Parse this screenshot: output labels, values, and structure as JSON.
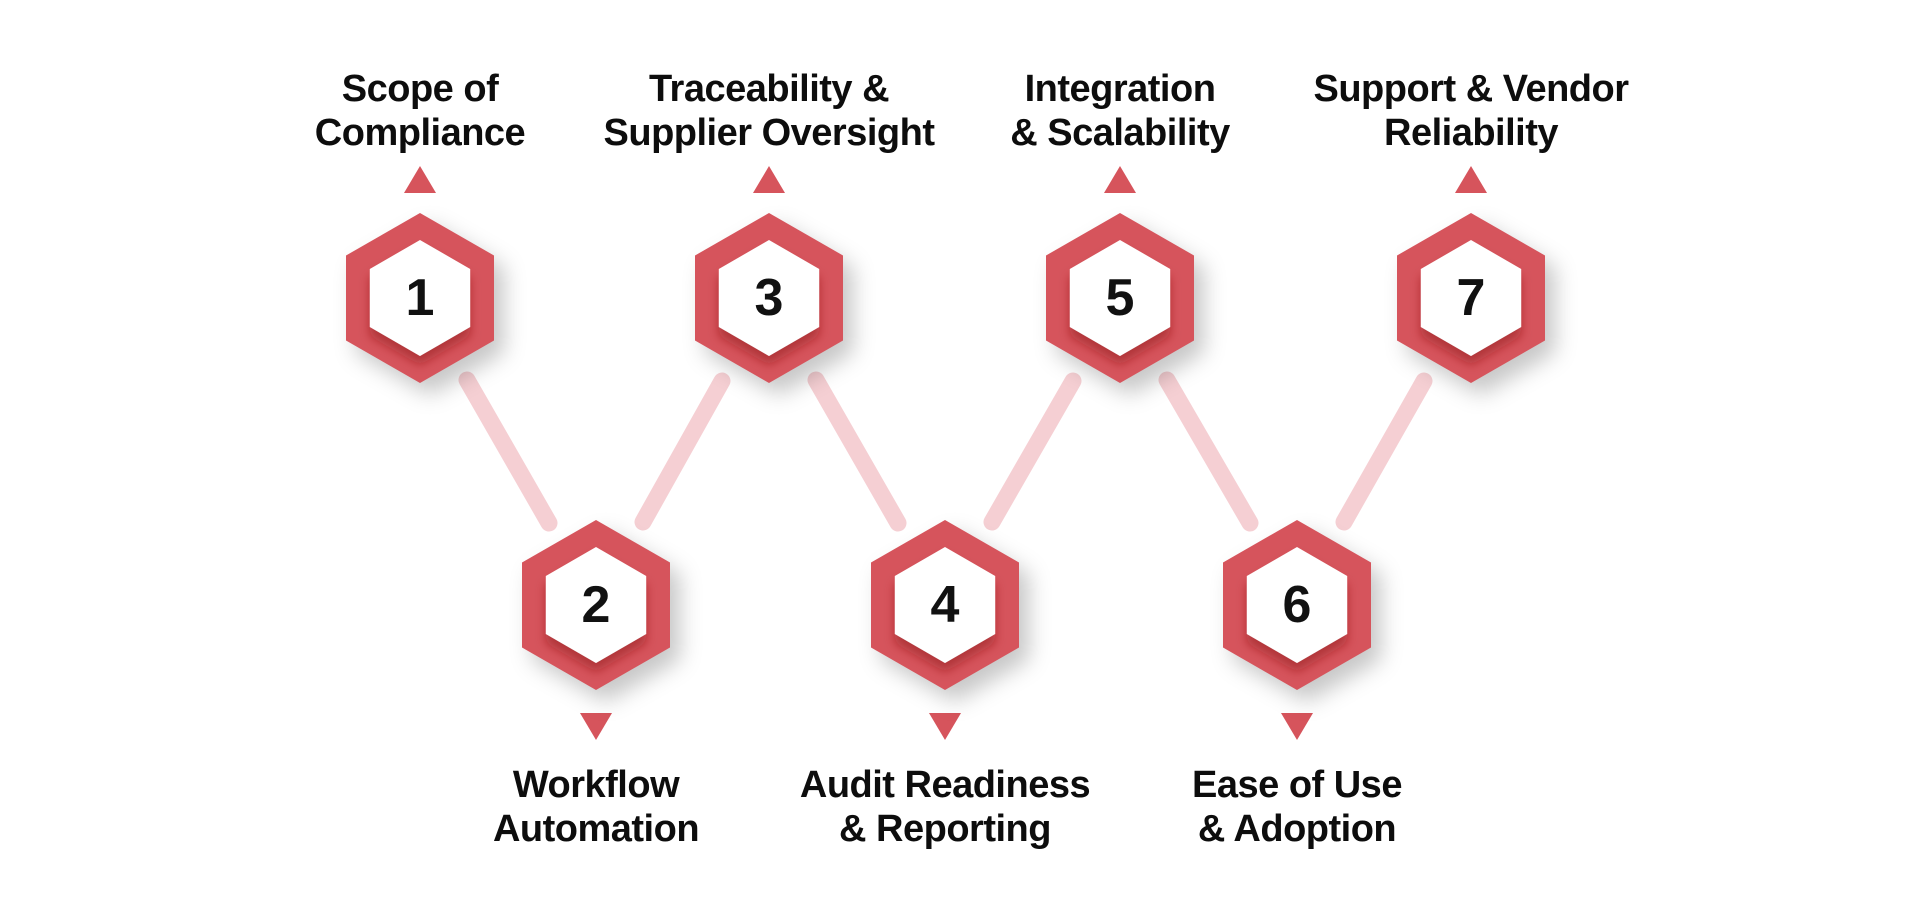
{
  "diagram": {
    "type": "zigzag-hexagon-process",
    "background": "#ffffff",
    "colors": {
      "hexagon_red": "#d6545c",
      "connector_pink": "#f5cfd3",
      "inner_hexagon": "#ffffff",
      "number_text": "#111111",
      "label_text": "#0d0d0d"
    },
    "steps": [
      {
        "number": "1",
        "label": "Scope of\nCompliance",
        "row": "top",
        "arrow": "up"
      },
      {
        "number": "2",
        "label": "Workflow\nAutomation",
        "row": "bottom",
        "arrow": "down"
      },
      {
        "number": "3",
        "label": "Traceability &\nSupplier Oversight",
        "row": "top",
        "arrow": "up"
      },
      {
        "number": "4",
        "label": "Audit Readiness\n& Reporting",
        "row": "bottom",
        "arrow": "down"
      },
      {
        "number": "5",
        "label": "Integration\n& Scalability",
        "row": "top",
        "arrow": "up"
      },
      {
        "number": "6",
        "label": "Ease of Use\n& Adoption",
        "row": "bottom",
        "arrow": "down"
      },
      {
        "number": "7",
        "label": "Support & Vendor\nReliability",
        "row": "top",
        "arrow": "up"
      }
    ],
    "connections": [
      "1-2",
      "2-3",
      "3-4",
      "4-5",
      "5-6",
      "6-7"
    ]
  }
}
